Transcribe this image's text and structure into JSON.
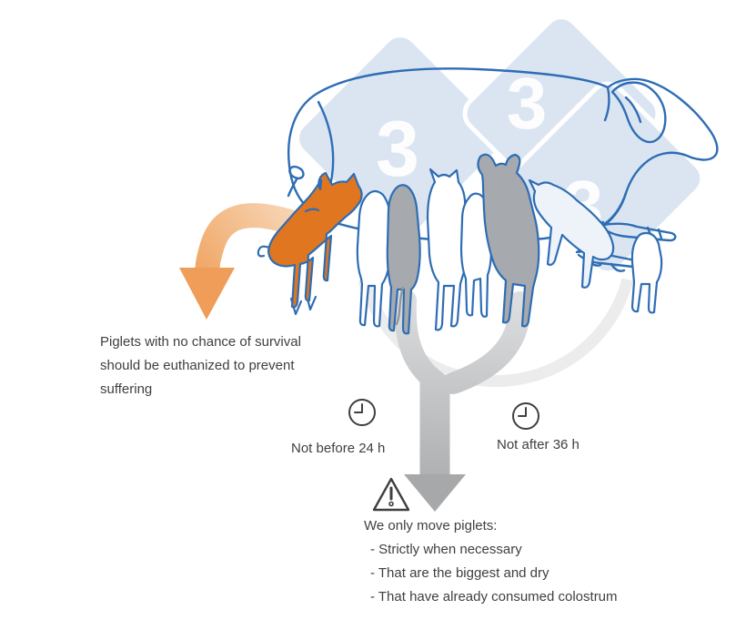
{
  "watermark": {
    "digit": "3"
  },
  "euthanasia_note": {
    "line1": "Piglets with no chance of survival",
    "line2": "should be euthanized to prevent",
    "line3": "suffering"
  },
  "timing": {
    "not_before_label": "Not before 24 h",
    "not_after_label": "Not after 36 h"
  },
  "move_rules": {
    "heading": "We only move piglets:",
    "item1": "- Strictly when necessary",
    "item2": "- That are the biggest and dry",
    "item3": "- That have already consumed colostrum"
  },
  "colors": {
    "outline_blue": "#2e6db4",
    "pig_orange": "#e0761f",
    "pig_gray": "#a6a9ad",
    "arrow_orange_head": "#ef9d58",
    "arrow_gray_head": "#a7a8aa",
    "watermark_blue": "#dbe5f2",
    "text_gray": "#3f3f3f"
  }
}
